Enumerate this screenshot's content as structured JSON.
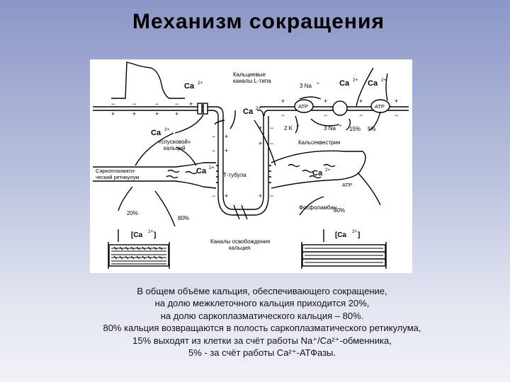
{
  "title": "Механизм сокращения",
  "diagram": {
    "labels": {
      "ca_top": "Ca",
      "ca_top_sup": "2+",
      "calcium_channels_l": "Кальциевые\nканалы L-типа",
      "na3_top": "3 Na",
      "na_sup": "+",
      "ca_top_right1": "Ca",
      "ca_top_right2": "Ca",
      "atp1": "ATP",
      "atp2": "ATP",
      "atp3": "ATP",
      "ca_mid": "Ca",
      "ca_left": "Ca",
      "trigger_calcium": "«спусковой»\nкальций",
      "k2": "2 K",
      "na3_mid": "3 Na",
      "pct15": "15%",
      "pct5": "5%",
      "calsequestrin": "Кальсеквестрин",
      "sr": "Саркоплазмати-\nческий ретикулум",
      "ca_sr_left": "Ca",
      "t_tubule": "Т-тубула",
      "ca_sr_right": "Ca",
      "pct20": "20%",
      "pct80_left": "80%",
      "phospholamban": "Фосфоламбан",
      "pct80_right": "80%",
      "ca_bracket_left": "[Ca",
      "ca_bracket_right": "[Ca",
      "release_channels": "Каналы освобождения\nкальция"
    }
  },
  "caption": {
    "lines": [
      "В общем объёме кальция, обеспечивающего сокращение,",
      "на долю межклеточного кальция приходится 20%,",
      "на долю саркоплазматического кальция – 80%.",
      "80% кальция возвращаются в полость саркоплазматического ретикулума,",
      "15% выходят из клетки  за счёт работы Na⁺/Ca²⁺-обменника,",
      "5% - за счёт работы Ca²⁺-АТФазы."
    ]
  }
}
